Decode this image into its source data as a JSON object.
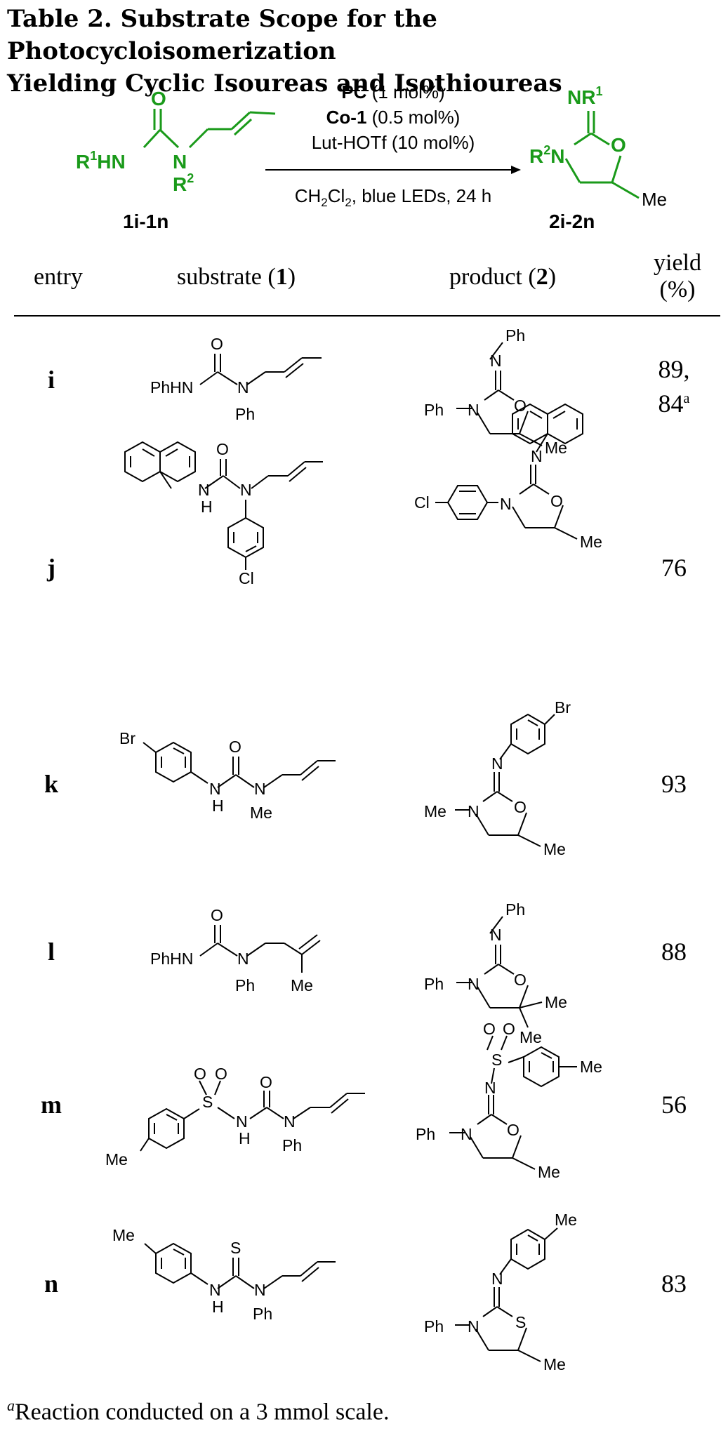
{
  "title": {
    "line1": "Table 2. Substrate Scope for the Photocycloisomerization",
    "line2": "Yielding Cyclic Isoureas and Isothioureas"
  },
  "scheme": {
    "reactant_label": "1i-1n",
    "product_label": "2i-2n",
    "conditions": {
      "pc_bold": "PC",
      "pc_rest": " (1 mol%)",
      "co_bold": "Co-1",
      "co_rest": " (0.5 mol%)",
      "lut": "Lut-HOTf (10 mol%)",
      "solvent_a": "CH",
      "solvent_sub1": "2",
      "solvent_b": "Cl",
      "solvent_sub2": "2",
      "solvent_rest": ", blue LEDs, 24 h"
    },
    "accent_color": "#1a9a1a"
  },
  "table": {
    "headers": {
      "entry": "entry",
      "substrate_pre": "substrate (",
      "substrate_num": "1",
      "substrate_post": ")",
      "product_pre": "product (",
      "product_num": "2",
      "product_post": ")",
      "yield_l1": "yield",
      "yield_l2": "(%)"
    },
    "rows": [
      {
        "entry": "i",
        "yield": "89,",
        "yield2": "84",
        "yield_note": "a"
      },
      {
        "entry": "j",
        "yield": "76"
      },
      {
        "entry": "k",
        "yield": "93"
      },
      {
        "entry": "l",
        "yield": "88"
      },
      {
        "entry": "m",
        "yield": "56"
      },
      {
        "entry": "n",
        "yield": "83"
      }
    ]
  },
  "footnote": {
    "marker": "a",
    "text": "Reaction conducted on a 3 mmol scale."
  }
}
